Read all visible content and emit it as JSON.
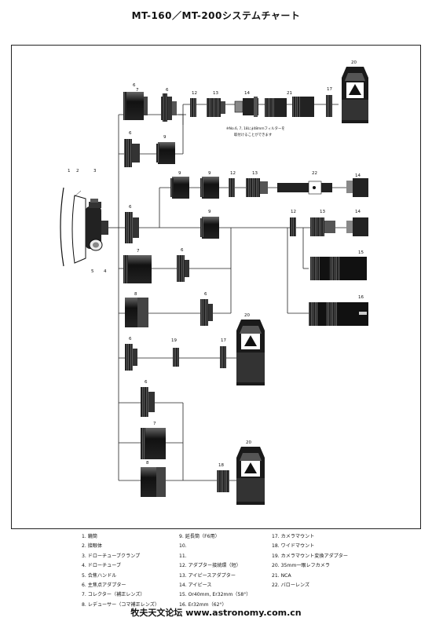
{
  "title": "MT-160／MT-200システムチャート",
  "diagram": {
    "numbers": {
      "n1": "1",
      "n2": "2",
      "n3": "3",
      "n4": "4",
      "n5": "5",
      "n6": "6",
      "n7": "7",
      "n8": "8",
      "n9": "9",
      "n12": "12",
      "n13": "13",
      "n14": "14",
      "n15": "15",
      "n16": "16",
      "n17": "17",
      "n18": "18",
      "n19": "19",
      "n20": "20",
      "n21": "21",
      "n22": "22"
    },
    "note_line1": "※No.6, 7, 18に∮48mmフィルターを",
    "note_line2": "取付けることができます"
  },
  "legend": {
    "col1": [
      "1. 鏡筒",
      "2. 接眼体",
      "3. ドローチューブクランプ",
      "4. ドローチューブ",
      "5. 合焦ハンドル",
      "6. 主焦点アダプター",
      "7. コレクター（補正レンズ）",
      "8. レデューサー（コマ補正レンズ）"
    ],
    "col2": [
      "9. 延長筒（F6用）",
      "10.",
      "11.",
      "12. アダプター接続環（短）",
      "13. アイピースアダプター",
      "14. アイピース",
      "15. Or40mm, Er32mm（58°）",
      "16. Er32mm（62°）"
    ],
    "col3": [
      "17. カメラマウント",
      "18. ワイドマウント",
      "19. カメラマウント変換アダプター",
      "20. 35mm一眼レフカメラ",
      "21. NCA",
      "22. バローレンズ"
    ]
  },
  "watermark": "牧夫天文论坛 www.astronomy.com.cn"
}
